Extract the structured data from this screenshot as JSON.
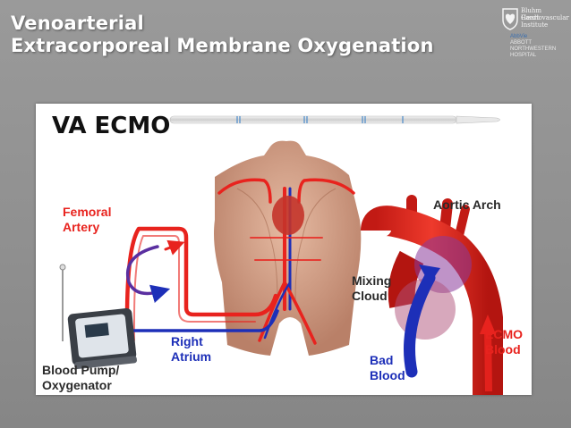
{
  "title": {
    "line1": "Venoarterial",
    "line2": "Extracorporeal Membrane Oxygenation"
  },
  "logo": {
    "icon": "heart-shield-icon",
    "line1": "Bluhm Cardiovascular",
    "line2": "Heart",
    "line3": "Institute",
    "aff1": "AbbVie",
    "aff2": "ABBOTT",
    "aff3": "NORTHWESTERN",
    "aff4": "HOSPITAL"
  },
  "diagram": {
    "heading": "VA ECMO",
    "labels": {
      "femoral_artery_1": "Femoral",
      "femoral_artery_2": "Artery",
      "aortic_arch": "Aortic Arch",
      "mixing_cloud_1": "Mixing",
      "mixing_cloud_2": "Cloud",
      "right_atrium_1": "Right",
      "right_atrium_2": "Atrium",
      "blood_pump_1": "Blood Pump/",
      "blood_pump_2": "Oxygenator",
      "bad_blood_1": "Bad",
      "bad_blood_2": "Blood",
      "ecmo_blood_1": "ECMO",
      "ecmo_blood_2": "Blood"
    },
    "colors": {
      "oxygenated": "#e8231e",
      "deoxygenated": "#1d2fb8",
      "mixing_cloud": "#8a3a9a",
      "skin": "#d9a98f"
    }
  }
}
